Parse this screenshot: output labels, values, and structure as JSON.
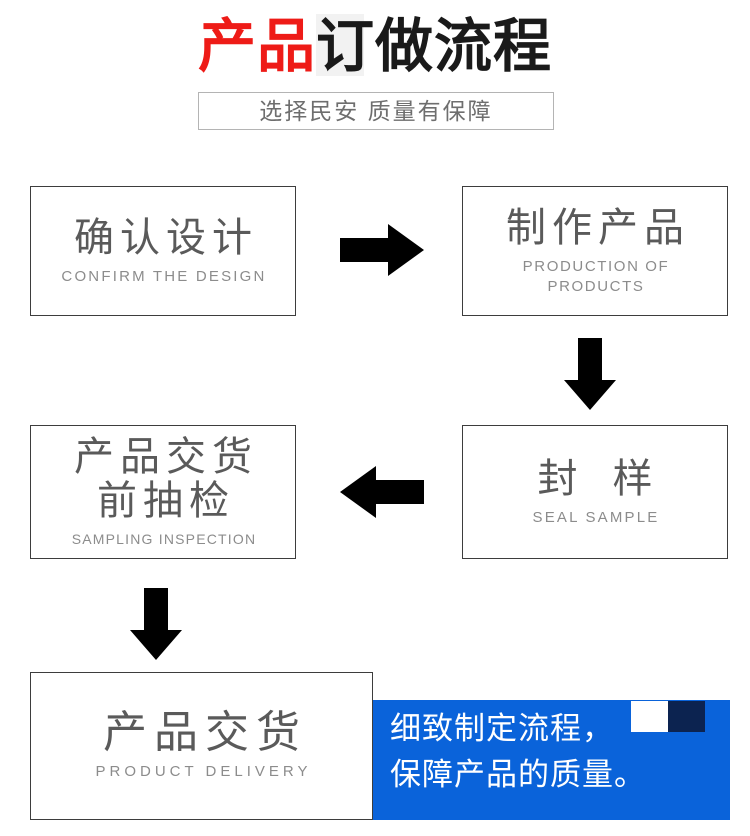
{
  "header": {
    "title_red": "产品",
    "title_black": "订做流程",
    "subtitle": "选择民安 质量有保障"
  },
  "colors": {
    "accent_red": "#ee1b17",
    "accent_blue": "#0a63da",
    "deco_dark": "#0c2350",
    "box_border": "#3d3d3d",
    "cn_text": "#5a5a5a",
    "en_text": "#8c8c8c"
  },
  "steps": [
    {
      "id": "confirm",
      "cn": "确认设计",
      "cn_line2": "",
      "en": "CONFIRM THE DESIGN",
      "en_line2": ""
    },
    {
      "id": "produce",
      "cn": "制作产品",
      "cn_line2": "",
      "en": "PRODUCTION OF",
      "en_line2": "PRODUCTS"
    },
    {
      "id": "seal",
      "cn": "封 样",
      "cn_line2": "",
      "en": "SEAL SAMPLE",
      "en_line2": ""
    },
    {
      "id": "sampling",
      "cn": "产品交货",
      "cn_line2": "前抽检",
      "en": "SAMPLING INSPECTION",
      "en_line2": ""
    },
    {
      "id": "delivery",
      "cn": "产品交货",
      "cn_line2": "",
      "en": "PRODUCT DELIVERY",
      "en_line2": ""
    }
  ],
  "arrows": [
    {
      "id": "confirm-to-produce",
      "direction": "right"
    },
    {
      "id": "produce-to-seal",
      "direction": "down"
    },
    {
      "id": "seal-to-sampling",
      "direction": "left"
    },
    {
      "id": "sampling-to-delivery",
      "direction": "down"
    }
  ],
  "promo": {
    "line1": "细致制定流程，",
    "line2": "保障产品的质量。"
  }
}
